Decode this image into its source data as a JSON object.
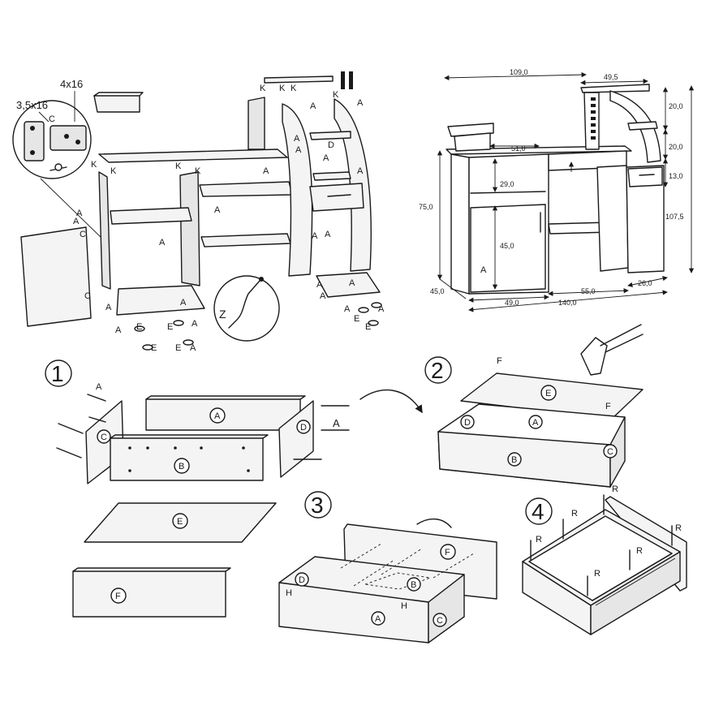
{
  "hardware": {
    "screw_short": "4x16",
    "screw_hinge": "3,5x16"
  },
  "labels": {
    "A": "A",
    "B": "B",
    "C": "C",
    "D": "D",
    "E": "E",
    "F": "F",
    "H": "H",
    "K": "K",
    "R": "R",
    "Z": "Z"
  },
  "dimensions": {
    "total_width": "140,0",
    "top_width": "109,0",
    "shelf_width": "49,5",
    "shelf_height_1": "20,0",
    "shelf_height_2": "20,0",
    "drawer_height": "13,0",
    "total_height": "107,5",
    "desk_height": "75,0",
    "depth": "45,0",
    "monitor_width": "51,0",
    "open_shelf_height": "29,0",
    "door_height": "45,0",
    "cabinet_width": "49,0",
    "middle_width": "55,0",
    "right_width": "26,0"
  },
  "steps": [
    "1",
    "2",
    "3",
    "4"
  ]
}
